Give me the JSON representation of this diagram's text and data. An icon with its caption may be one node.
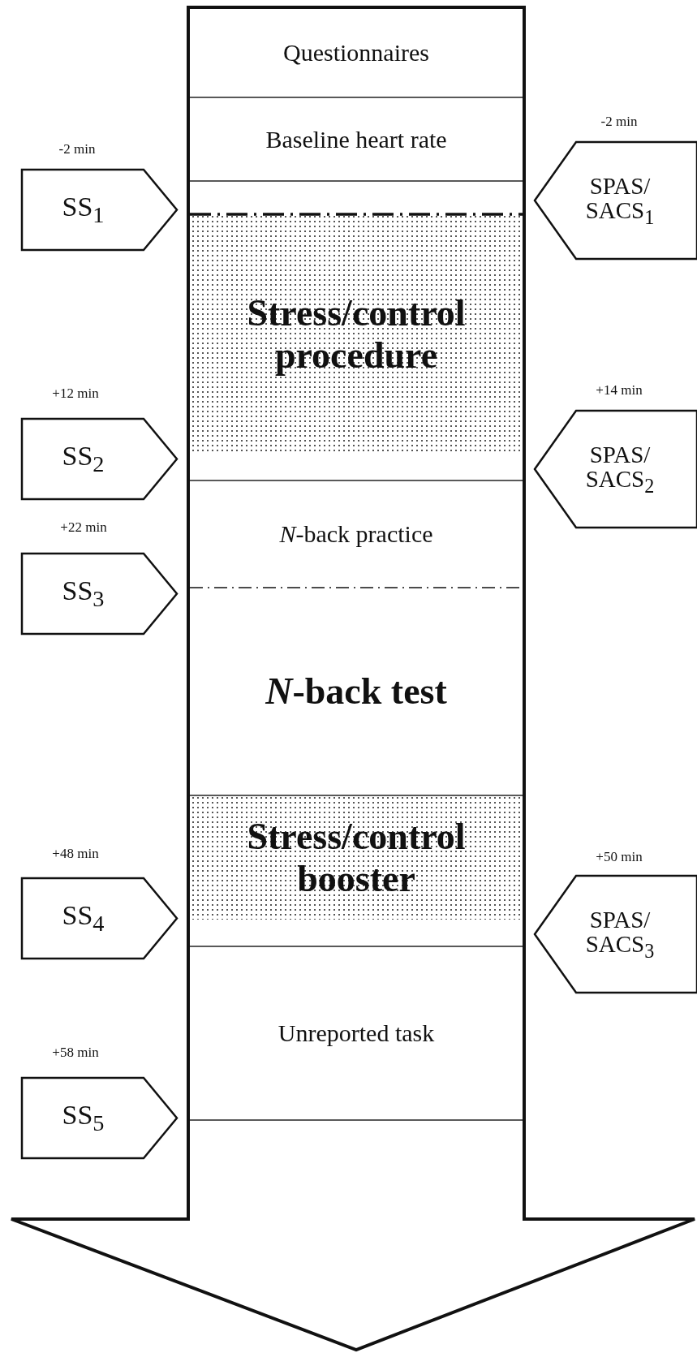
{
  "diagram": {
    "nodes": [
      {
        "text": [],
        "shape": "arrow"
      },
      {
        "text": [
          "Questionnaires"
        ],
        "in": 0
      },
      {
        "text": [
          "Baseline heart rate"
        ],
        "in": 0
      },
      {
        "text": [
          "Stress/control procedure"
        ],
        "in": 0
      },
      {
        "text": [
          "*N*-back practice"
        ],
        "in": 0
      },
      {
        "text": [
          "*N*-back test"
        ],
        "in": 0
      },
      {
        "text": [
          "Stress/control booster"
        ],
        "in": 0
      },
      {
        "text": [
          "Unreported task"
        ],
        "in": 0
      },
      {
        "text": [
          "SS$_{1}$"
        ],
        "beside": [
          "-2 min"
        ]
      },
      {
        "text": [
          "SPAS/ SACS$_{1}$"
        ],
        "beside": [
          "-2 min"
        ]
      },
      {
        "text": [
          "SS$_{2}$"
        ],
        "beside": [
          "+12 min"
        ]
      },
      {
        "text": [
          "SPAS/ SACS$_{2}$"
        ],
        "beside": [
          "+14 min"
        ]
      },
      {
        "text": [
          "SS$_{3}$"
        ],
        "beside": [
          "+22 min"
        ]
      },
      {
        "text": [
          "SS$_{4}$"
        ],
        "beside": [
          "+48 min"
        ]
      },
      {
        "text": [
          "SPAS/ SACS$_{3}$"
        ],
        "beside": [
          "+50 min"
        ]
      },
      {
        "text": [
          "SS$_{5}$"
        ],
        "beside": [
          "+58 min"
        ]
      }
    ]
  }
}
